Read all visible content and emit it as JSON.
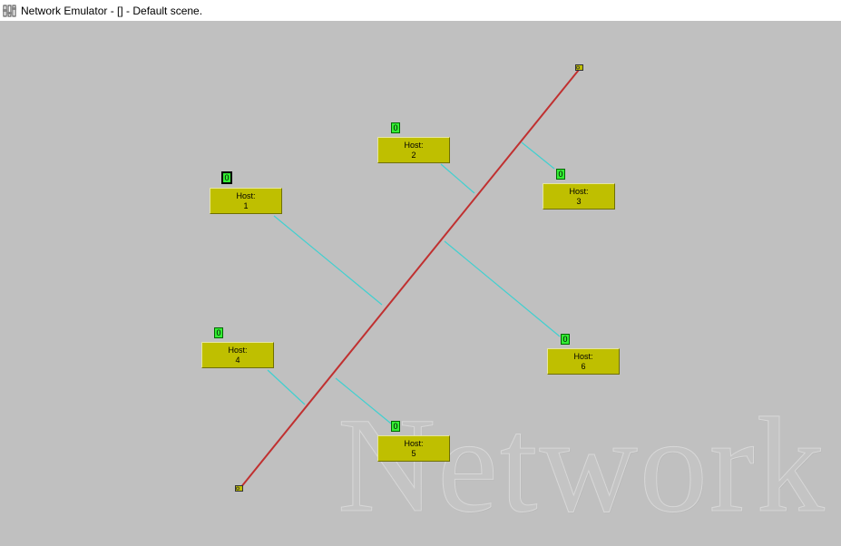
{
  "window": {
    "title": "Network Emulator - [] - Default scene.",
    "icon": "network-emulator-icon"
  },
  "scene": {
    "watermark": "Network",
    "background_color": "#c0c0c0",
    "bus_color": "#c03030",
    "link_color": "#40d0d0",
    "host_color": "#bfbf00",
    "counter_color": "#33ee33",
    "host_label": "Host:",
    "hosts": [
      {
        "id": "1",
        "label": "Host:",
        "number": "1",
        "counter": "0"
      },
      {
        "id": "2",
        "label": "Host:",
        "number": "2",
        "counter": "0"
      },
      {
        "id": "3",
        "label": "Host:",
        "number": "3",
        "counter": "0"
      },
      {
        "id": "4",
        "label": "Host:",
        "number": "4",
        "counter": "0"
      },
      {
        "id": "5",
        "label": "Host:",
        "number": "5",
        "counter": "0"
      },
      {
        "id": "6",
        "label": "Host:",
        "number": "6",
        "counter": "0"
      }
    ],
    "bus_endpoints": [
      {
        "icon": "bus-terminator-icon"
      },
      {
        "icon": "bus-terminator-icon"
      }
    ]
  }
}
